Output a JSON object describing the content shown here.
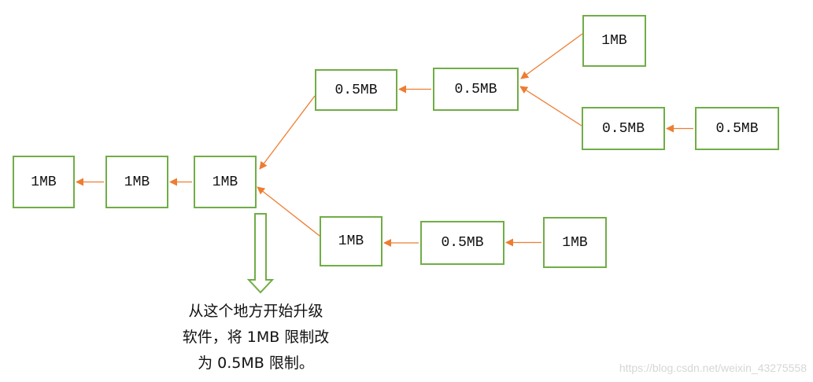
{
  "nodes": [
    {
      "id": "n1",
      "label": "1MB"
    },
    {
      "id": "n2",
      "label": "1MB"
    },
    {
      "id": "n3",
      "label": "1MB"
    },
    {
      "id": "n4",
      "label": "0.5MB"
    },
    {
      "id": "n5",
      "label": "0.5MB"
    },
    {
      "id": "n6",
      "label": "1MB"
    },
    {
      "id": "n7",
      "label": "0.5MB"
    },
    {
      "id": "n8",
      "label": "0.5MB"
    },
    {
      "id": "n9",
      "label": "1MB"
    },
    {
      "id": "n10",
      "label": "0.5MB"
    },
    {
      "id": "n11",
      "label": "1MB"
    }
  ],
  "edges": [
    {
      "from": "n2",
      "to": "n1"
    },
    {
      "from": "n3",
      "to": "n2"
    },
    {
      "from": "n4",
      "to": "n3"
    },
    {
      "from": "n5",
      "to": "n4"
    },
    {
      "from": "n6",
      "to": "n5"
    },
    {
      "from": "n7",
      "to": "n5"
    },
    {
      "from": "n8",
      "to": "n7"
    },
    {
      "from": "n9",
      "to": "n3"
    },
    {
      "from": "n10",
      "to": "n9"
    },
    {
      "from": "n11",
      "to": "n10"
    }
  ],
  "colors": {
    "box_border": "#70ad47",
    "arrow": "#ed7d31",
    "callout": "#70ad47"
  },
  "note_lines": [
    "从这个地方开始升级",
    "软件，将 1MB 限制改",
    "为 0.5MB 限制。"
  ],
  "watermark": "https://blog.csdn.net/weixin_43275558"
}
